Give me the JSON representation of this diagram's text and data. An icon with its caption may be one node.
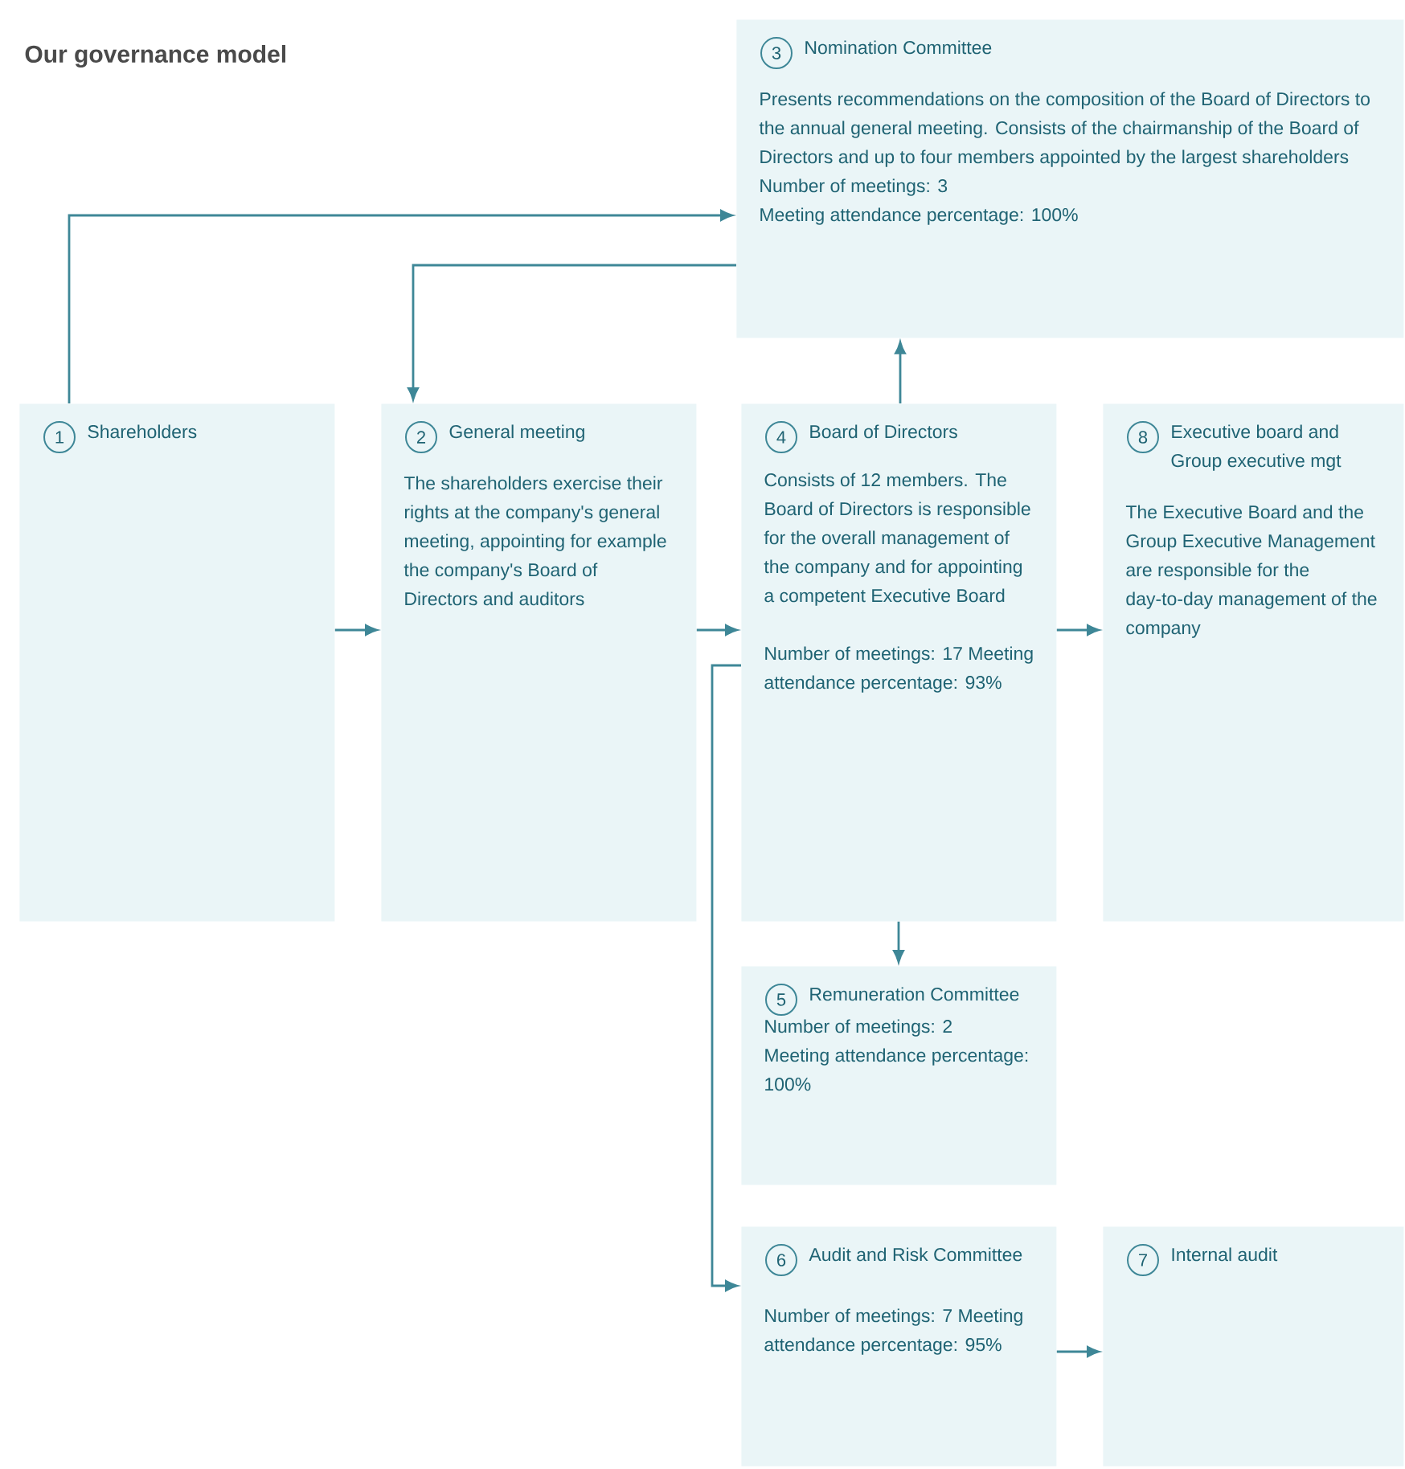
{
  "diagram": {
    "title": "Our governance model",
    "nodes": [
      {
        "text": [
          "3",
          "Nomination Committee",
          "Presents recommendations on the composition of the Board of Directors to the annual general meeting. Consists of the chairmanship of the Board of Directors and up to four members appointed by the largest shareholders",
          "Number of meetings: 3",
          "Meeting attendance percentage: 100%"
        ]
      },
      {
        "text": [
          "1",
          "Shareholders"
        ]
      },
      {
        "text": [
          "2",
          "General meeting",
          "The shareholders exercise their rights at the company's general meeting, appointing for example the company's Board of Directors and auditors"
        ]
      },
      {
        "text": [
          "4",
          "Board of Directors",
          "Consists of 12 members. The Board of Directors is responsible for the overall management of the company and for appointing a competent Executive Board",
          "Number of meetings: 17 Meeting attendance percentage: 93%"
        ]
      },
      {
        "text": [
          "8",
          "Executive board and Group executive mgt",
          "The Executive Board and the Group Executive Management are responsible for the day-to-day management of the company"
        ]
      },
      {
        "text": [
          "5",
          "Remuneration Committee",
          "Number of meetings: 2",
          "Meeting attendance percentage: 100%"
        ]
      },
      {
        "text": [
          "6",
          "Audit and Risk Committee",
          "Number of meetings: 7 Meeting attendance percentage: 95%"
        ]
      },
      {
        "text": [
          "7",
          "Internal audit"
        ]
      }
    ],
    "edges": [
      {
        "from": 1,
        "to": 0,
        "arrow": "to"
      },
      {
        "from": 0,
        "to": 2,
        "arrow": "to"
      },
      {
        "from": 3,
        "to": 0,
        "arrow": "to"
      },
      {
        "from": 1,
        "to": 2,
        "arrow": "to"
      },
      {
        "from": 2,
        "to": 3,
        "arrow": "to"
      },
      {
        "from": 3,
        "to": 4,
        "arrow": "to"
      },
      {
        "from": 3,
        "to": 5,
        "arrow": "to"
      },
      {
        "from": 3,
        "to": 6,
        "arrow": "to"
      },
      {
        "from": 6,
        "to": 7,
        "arrow": "to"
      }
    ]
  }
}
